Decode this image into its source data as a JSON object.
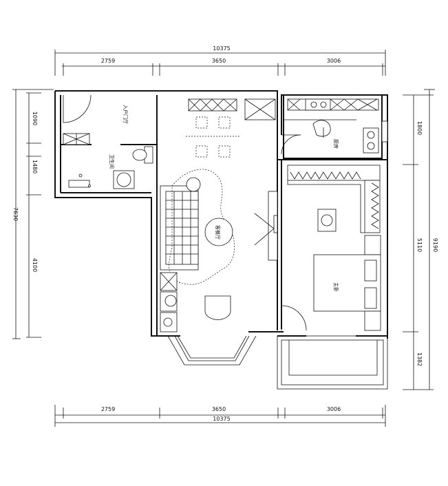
{
  "dimensions": {
    "top_total": "10375",
    "top_segments": [
      "2759",
      "3650",
      "3006"
    ],
    "bottom_total": "10375",
    "bottom_segments": [
      "2759",
      "3650",
      "3006"
    ],
    "left_total": "7630",
    "left_segments": [
      "1090",
      "1480",
      "4100"
    ],
    "right_total": "9190",
    "right_segments": [
      "1800",
      "5110",
      "1382"
    ]
  },
  "rooms": {
    "entrance": "入户门厅",
    "bathroom": "卫生间",
    "living": "客餐厅",
    "kitchen": "厨房",
    "bedroom": "主卧"
  }
}
